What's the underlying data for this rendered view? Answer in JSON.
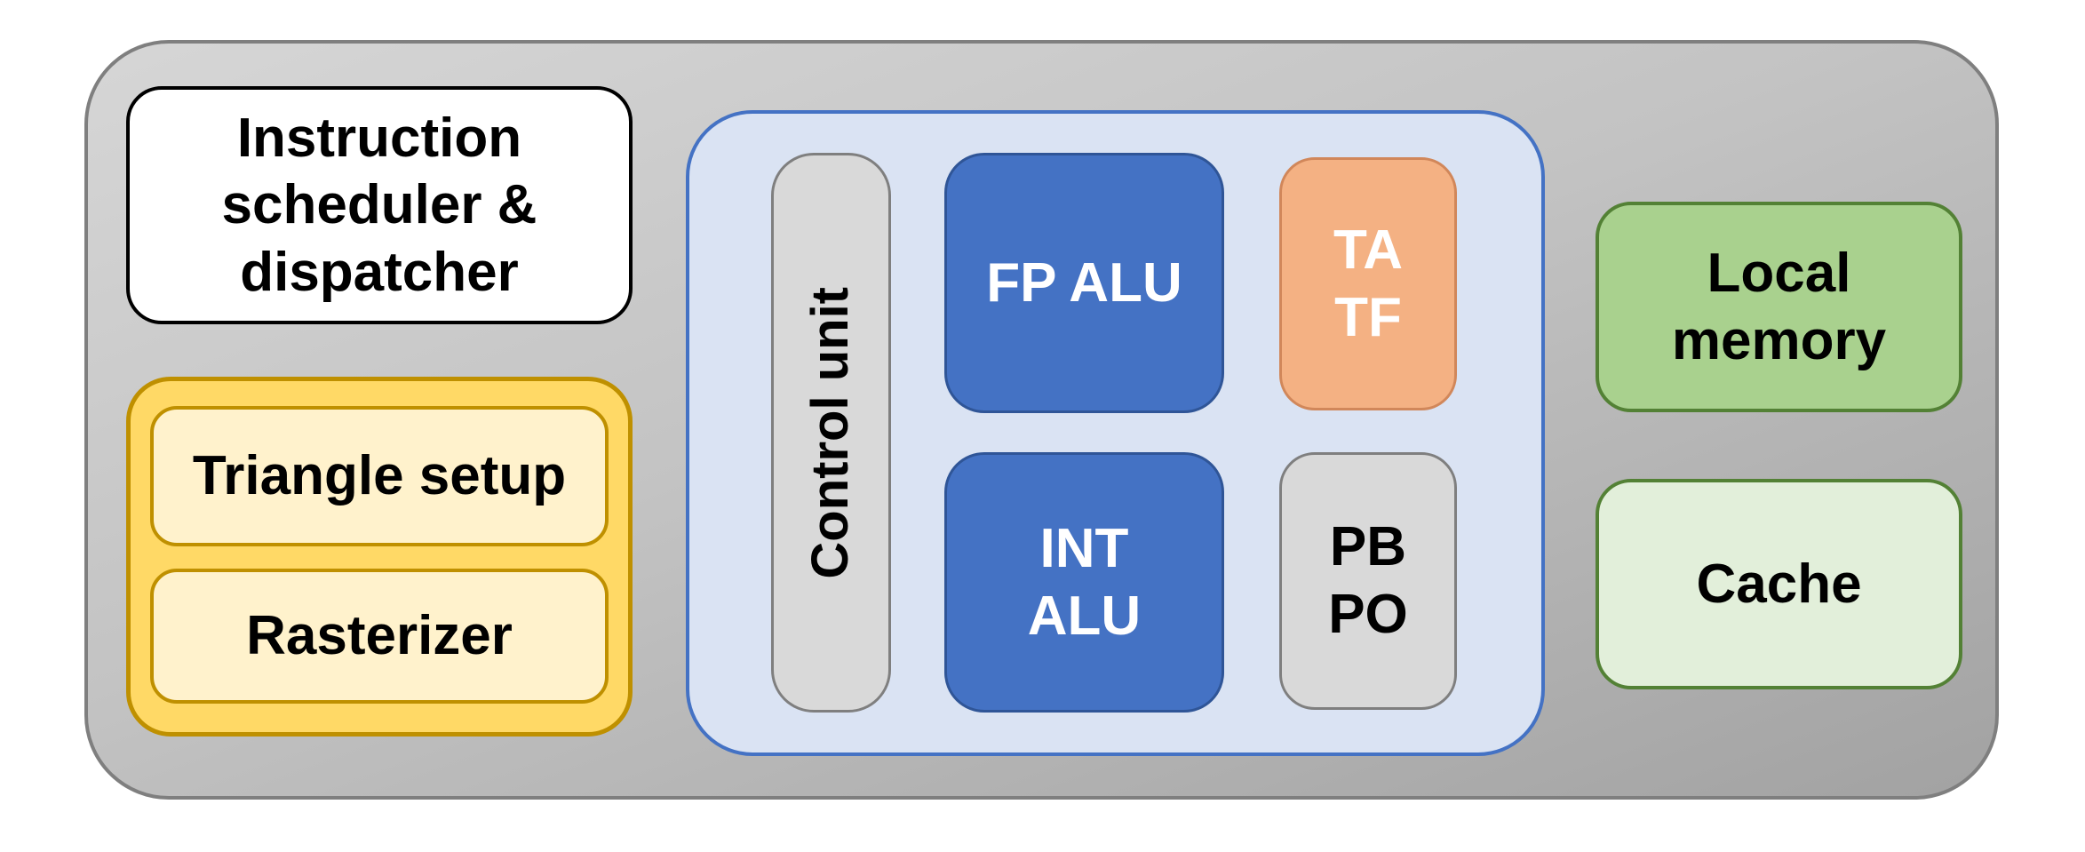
{
  "blocks": {
    "scheduler": {
      "label": "Instruction scheduler & dispatcher"
    },
    "triangle_setup": {
      "label": "Triangle setup"
    },
    "rasterizer": {
      "label": "Rasterizer"
    },
    "control_unit": {
      "label": "Control unit"
    },
    "fp_alu": {
      "label": "FP ALU"
    },
    "int_alu": {
      "label": "INT\nALU"
    },
    "ta_tf": {
      "label": "TA\nTF"
    },
    "pb_po": {
      "label": "PB\nPO"
    },
    "local_memory": {
      "label": "Local\nmemory"
    },
    "cache": {
      "label": "Cache"
    }
  },
  "colors": {
    "outer_gradient_top": "#d6d6d6",
    "outer_gradient_bottom": "#a2a2a2",
    "outer_border": "#7f7f7f",
    "scheduler_bg": "#ffffff",
    "scheduler_border": "#000000",
    "yellow_group_bg": "#ffd966",
    "yellow_group_border": "#bf9000",
    "yellow_inner_bg": "#fff2cc",
    "core_group_bg": "#dae3f3",
    "core_group_border": "#4472c4",
    "alu_bg": "#4472c4",
    "ta_tf_bg": "#f4b183",
    "gray_block_bg": "#d9d9d9",
    "local_memory_bg": "#a9d18e",
    "cache_bg": "#e2efda",
    "green_border": "#538135"
  }
}
